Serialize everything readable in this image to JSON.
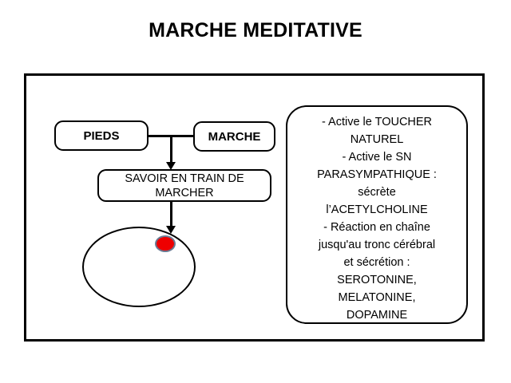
{
  "slide": {
    "title": "MARCHE MEDITATIVE",
    "background_color": "#ffffff",
    "frame_border_color": "#000000"
  },
  "diagram": {
    "boxes": [
      {
        "id": "pieds",
        "label": "PIEDS"
      },
      {
        "id": "marche",
        "label": "MARCHE"
      },
      {
        "id": "savoir",
        "label": "SAVOIR EN TRAIN DE MARCHER"
      }
    ],
    "shapes": {
      "head_ellipse": {
        "name": "ellipse",
        "fill": "#ffffff",
        "stroke": "#000000"
      },
      "red_spot": {
        "name": "red-dot",
        "fill": "#ee0000",
        "stroke": "#6a7a93"
      }
    },
    "connectors": [
      {
        "id": "pieds-to-marche",
        "type": "line"
      },
      {
        "id": "to-savoir",
        "type": "arrow"
      },
      {
        "id": "savoir-to-head",
        "type": "arrow"
      }
    ]
  },
  "info_panel": {
    "lines": [
      "- Active le TOUCHER",
      "NATUREL",
      "- Active le SN",
      "PARASYMPATHIQUE :",
      "sécrète",
      "l’ACETYLCHOLINE",
      "- Réaction en chaîne",
      "jusqu'au tronc cérébral",
      "et sécrétion :",
      "SEROTONINE,",
      "MELATONINE,",
      "DOPAMINE"
    ]
  }
}
